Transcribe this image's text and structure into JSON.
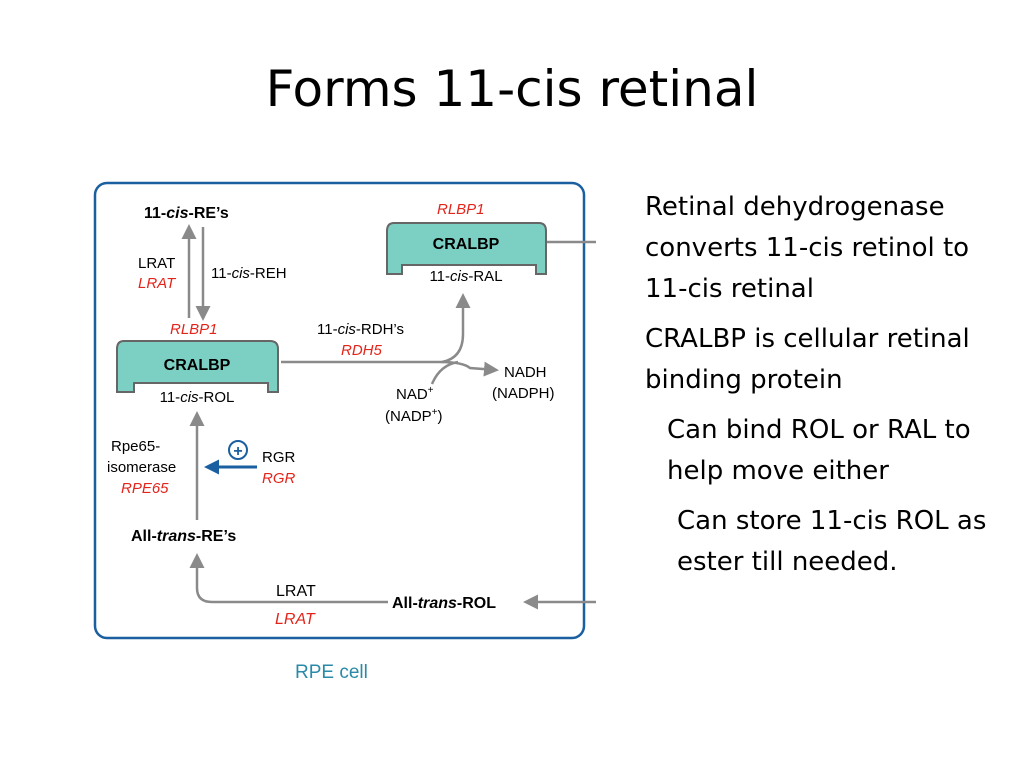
{
  "slide": {
    "title": "Forms 11-cis retinal"
  },
  "diagram": {
    "cell_label": "RPE cell",
    "top_label": "11-",
    "top_label_italic": "cis",
    "top_label_end": "-RE’s",
    "lrat_black_1": "LRAT",
    "lrat_red_1": "LRAT",
    "reh_pre": "11-",
    "reh_italic": "cis",
    "reh_post": "-REH",
    "rlbp1_left": "RLBP1",
    "cralbp_left": "CRALBP",
    "rol_pre": "11-",
    "rol_italic": "cis",
    "rol_post": "-ROL",
    "rdh_pre": "11-",
    "rdh_italic": "cis",
    "rdh_post": "-RDH’s",
    "rdh5": "RDH5",
    "rlbp1_right": "RLBP1",
    "cralbp_right": "CRALBP",
    "ral_pre": "11-",
    "ral_italic": "cis",
    "ral_post": "-RAL",
    "nad": "NAD",
    "nad_sup": "+",
    "nadp_open": "(NADP",
    "nadp_sup": "+",
    "nadp_close": ")",
    "nadh": "NADH",
    "nadph": "(NADPH)",
    "rpe65_line1": "Rpe65-",
    "rpe65_line2": "isomerase",
    "rpe65_red": "RPE65",
    "plus": "+",
    "rgr_black": "RGR",
    "rgr_red": "RGR",
    "alltrans_re_pre": "All-",
    "alltrans_re_italic": "trans",
    "alltrans_re_post": "-RE’s",
    "lrat_black_2": "LRAT",
    "lrat_red_2": "LRAT",
    "alltrans_rol_pre": "All-",
    "alltrans_rol_italic": "trans",
    "alltrans_rol_post": "-ROL"
  },
  "bullets": {
    "b1": "Retinal dehydrogenase converts 11-cis retinol to 11-cis retinal",
    "b2": "CRALBP is cellular retinal binding protein",
    "b3": "Can bind ROL or RAL to help move either",
    "b4": "Can store 11-cis ROL as ester till needed."
  },
  "colors": {
    "cell_border": "#1a5fa0",
    "protein_fill": "#7ccfc3",
    "arrow_gray": "#8a8a8a",
    "red_text": "#e3241b",
    "blue_arrow": "#1a5fa0",
    "cell_label": "#2a8aa8"
  }
}
